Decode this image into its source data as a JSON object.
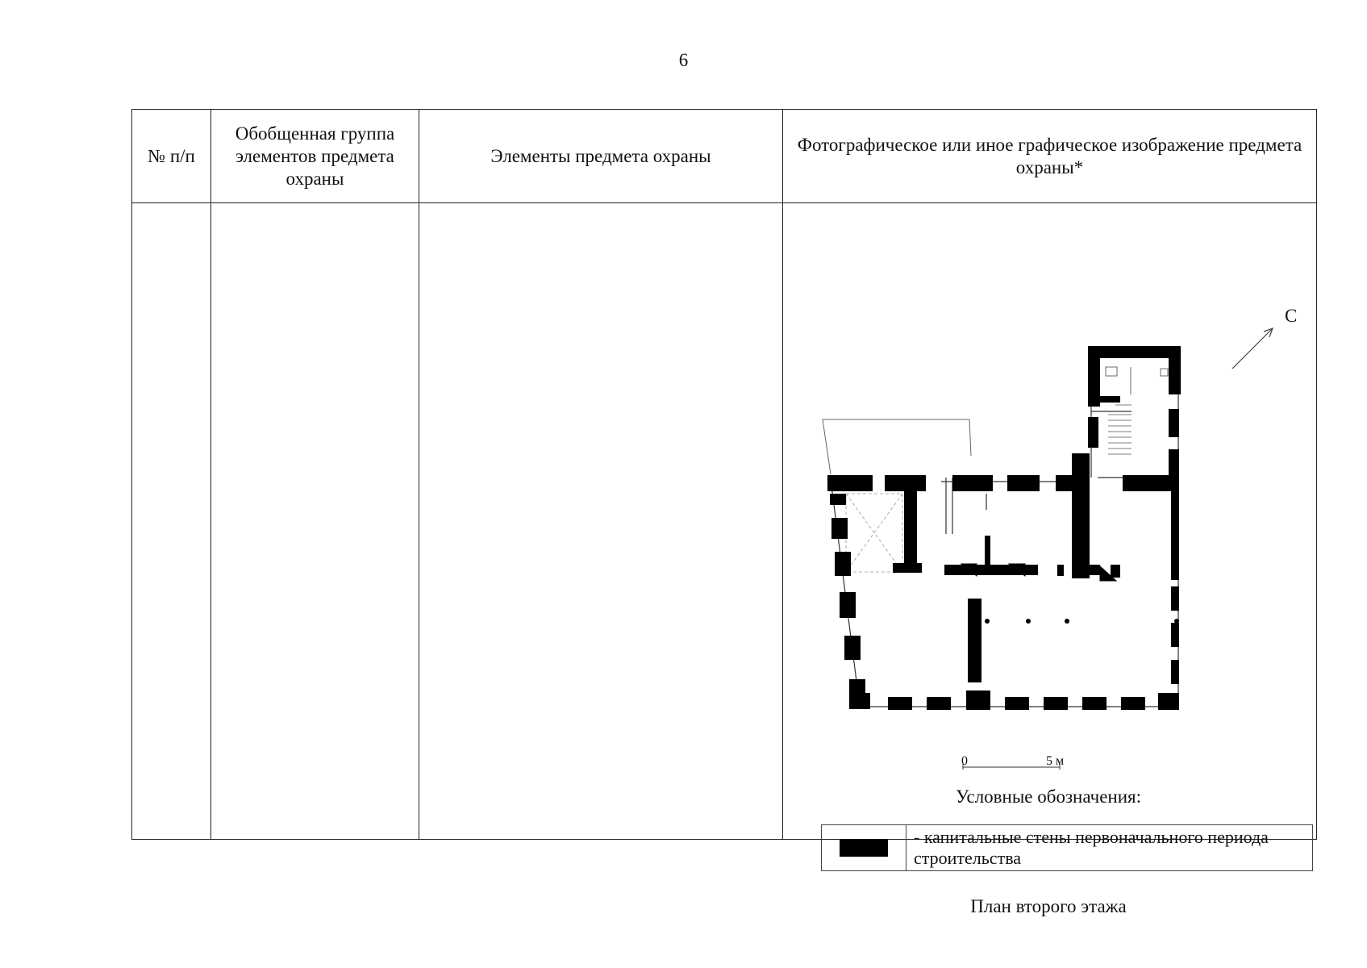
{
  "page_number": "6",
  "table": {
    "headers": [
      "№ п/п",
      "Обобщенная группа элементов предмета охраны",
      "Элементы предмета охраны",
      "Фотографическое или иное графическое изображение предмета охраны*"
    ]
  },
  "plan": {
    "north_label": "С",
    "scale_start": "0",
    "scale_end": "5 м",
    "legend_title": "Условные обозначения:",
    "legend_item": "- капитальные стены первоначального периода строительства",
    "caption": "План второго этажа"
  }
}
